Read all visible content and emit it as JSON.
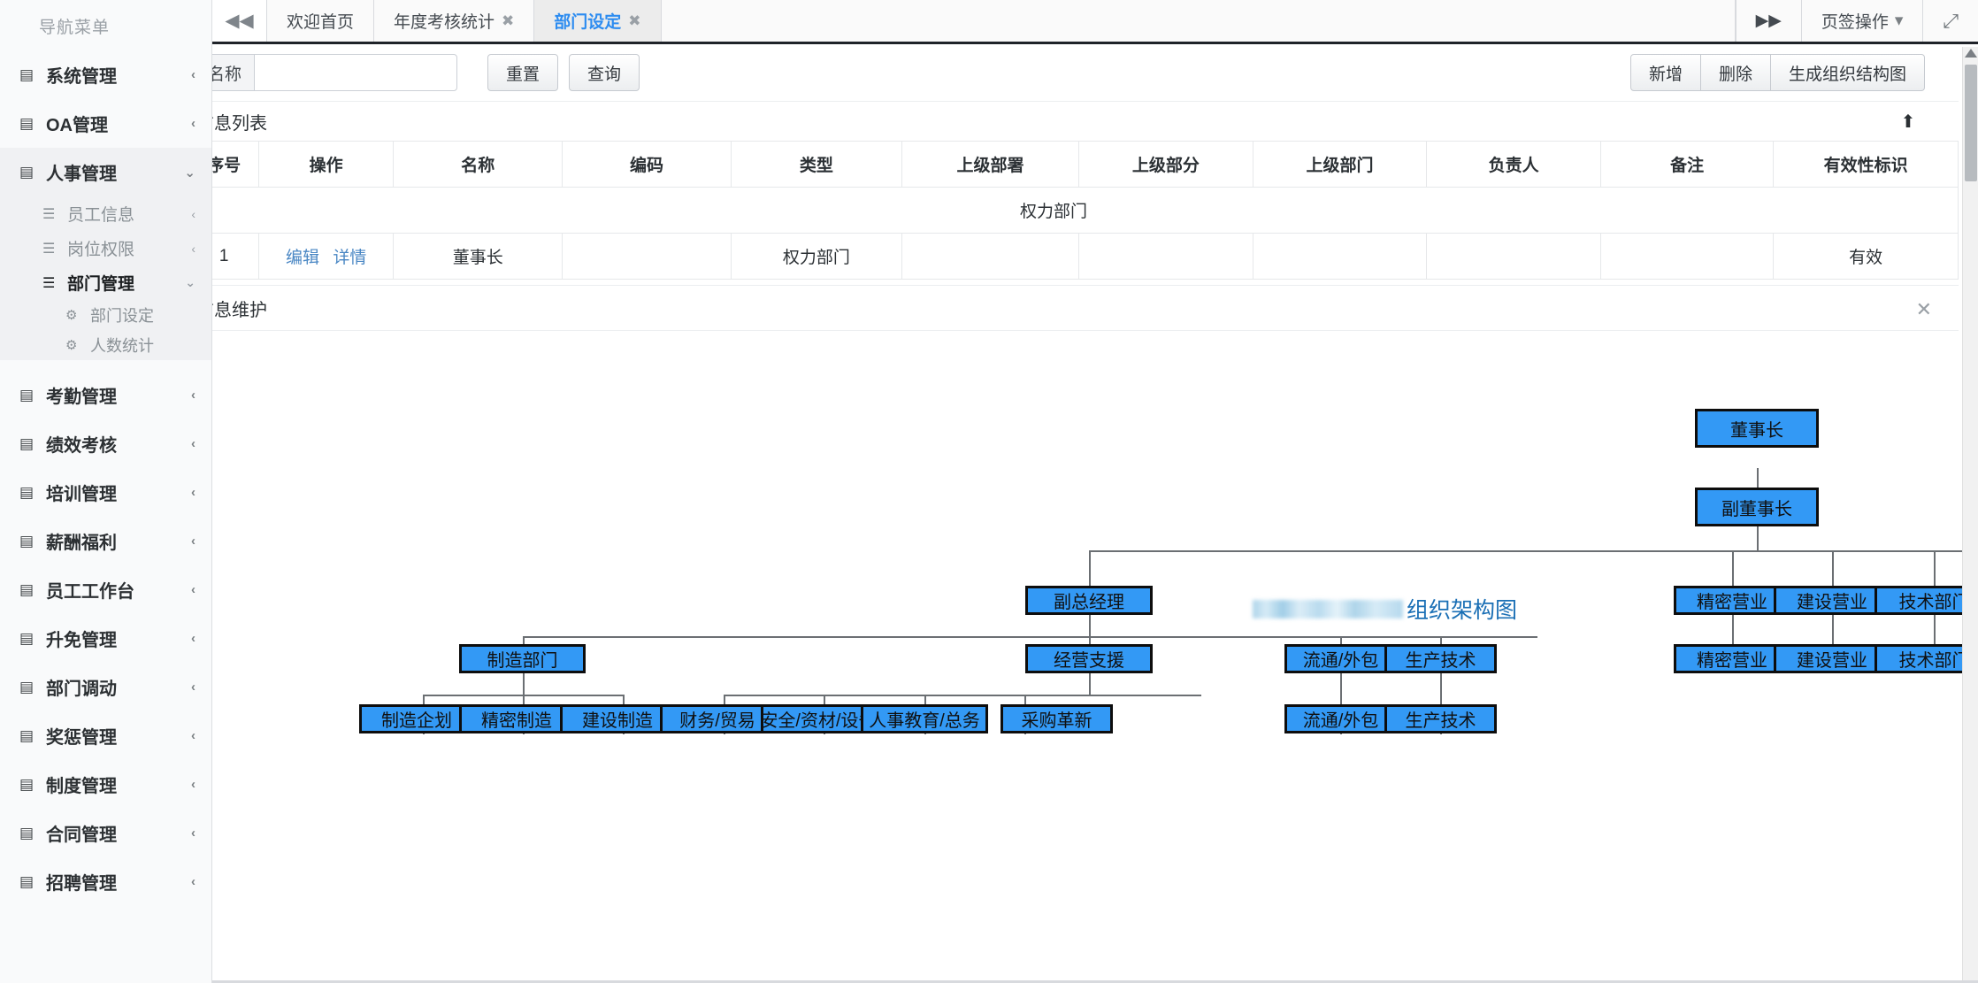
{
  "sidebar": {
    "nav_title": "导航菜单",
    "items": [
      {
        "label": "系统管理",
        "icon": "book-icon",
        "chevron": "‹",
        "state": "collapsed"
      },
      {
        "label": "OA管理",
        "icon": "book-icon",
        "chevron": "‹",
        "state": "collapsed"
      },
      {
        "label": "人事管理",
        "icon": "book-icon",
        "chevron": "⌄",
        "state": "expanded"
      }
    ],
    "hr_subitems": [
      {
        "label": "员工信息",
        "icon": "list-icon",
        "chevron": "‹",
        "active": false
      },
      {
        "label": "岗位权限",
        "icon": "list-icon",
        "chevron": "‹",
        "active": false
      },
      {
        "label": "部门管理",
        "icon": "list-icon",
        "chevron": "⌄",
        "active": true
      }
    ],
    "dept_leaves": [
      {
        "label": "部门设定",
        "icon": "gears-icon"
      },
      {
        "label": "人数统计",
        "icon": "gears-icon"
      }
    ],
    "items_after": [
      {
        "label": "考勤管理",
        "icon": "book-icon",
        "chevron": "‹"
      },
      {
        "label": "绩效考核",
        "icon": "book-icon",
        "chevron": "‹"
      },
      {
        "label": "培训管理",
        "icon": "book-icon",
        "chevron": "‹"
      },
      {
        "label": "薪酬福利",
        "icon": "book-icon",
        "chevron": "‹"
      },
      {
        "label": "员工工作台",
        "icon": "book-icon",
        "chevron": "‹"
      },
      {
        "label": "升免管理",
        "icon": "book-icon",
        "chevron": "‹"
      },
      {
        "label": "部门调动",
        "icon": "book-icon",
        "chevron": "‹"
      },
      {
        "label": "奖惩管理",
        "icon": "book-icon",
        "chevron": "‹"
      },
      {
        "label": "制度管理",
        "icon": "book-icon",
        "chevron": "‹"
      },
      {
        "label": "合同管理",
        "icon": "book-icon",
        "chevron": "‹"
      },
      {
        "label": "招聘管理",
        "icon": "book-icon",
        "chevron": "‹"
      }
    ]
  },
  "tabbar": {
    "collapse_icon": "◀◀",
    "expand_icon": "▶▶",
    "tabs": [
      {
        "label": "欢迎首页",
        "closable": false,
        "active": false
      },
      {
        "label": "年度考核统计",
        "closable": true,
        "active": false
      },
      {
        "label": "部门设定",
        "closable": true,
        "active": true
      }
    ],
    "close_glyph": "✖",
    "page_ops_label": "页签操作",
    "page_ops_caret": "▾",
    "fullscreen_icon": "⤢"
  },
  "search": {
    "addon_label": "部门名称",
    "value": "",
    "placeholder": "",
    "reset_label": "重置",
    "query_label": "查询"
  },
  "toolbar": {
    "add_label": "新增",
    "delete_label": "删除",
    "gen_chart_label": "生成组织结构图"
  },
  "list_panel": {
    "title": "部门信息列表",
    "refresh_icon": "up-arrow-circle-icon"
  },
  "table": {
    "columns": [
      "",
      "序号",
      "操作",
      "名称",
      "编码",
      "类型",
      "上级部署",
      "上级部分",
      "上级部门",
      "负责人",
      "备注",
      "有效性标识"
    ],
    "group_row": "权力部门",
    "rows": [
      {
        "select": "checked",
        "seq": "1",
        "actions": [
          "编辑",
          "详情"
        ],
        "name": "董事长",
        "code": "",
        "type": "权力部门",
        "parent_bu": "",
        "parent_div": "",
        "parent_dept": "",
        "owner": "",
        "remark": "",
        "valid": "有效"
      }
    ]
  },
  "chart_panel": {
    "title": "部门信息维护",
    "close_glyph": "✕",
    "org_title_suffix": "组织架构图",
    "org_title_redacted": true
  },
  "chart_data": {
    "type": "diagram",
    "title": "组织架构图",
    "node_fill": "#3399f5",
    "node_border": "#0d0d0d",
    "connector_color": "#6b6f73",
    "levels": [
      {
        "level": 1,
        "nodes": [
          "董事长"
        ]
      },
      {
        "level": 2,
        "nodes": [
          "副董事长"
        ]
      },
      {
        "level": 3,
        "nodes": [
          "副总经理",
          "精密营业",
          "建设营业",
          "技术部门"
        ]
      },
      {
        "level": 4,
        "nodes": [
          "制造部门",
          "经营支援",
          "流通/外包",
          "生产技术",
          "精密营业",
          "建设营业",
          "技术部门"
        ]
      },
      {
        "level": 5,
        "nodes": [
          "制造企划",
          "精密制造",
          "建设制造",
          "财务/贸易",
          "安全/资材/设备",
          "人事教育/总务",
          "采购革新",
          "流通/外包",
          "生产技术"
        ]
      }
    ],
    "edges": [
      {
        "from": "董事长",
        "to": "副董事长"
      },
      {
        "from": "副董事长",
        "to": "副总经理"
      },
      {
        "from": "副董事长",
        "to": "精密营业"
      },
      {
        "from": "副董事长",
        "to": "建设营业"
      },
      {
        "from": "副董事长",
        "to": "技术部门"
      },
      {
        "from": "副总经理",
        "to": "制造部门"
      },
      {
        "from": "副总经理",
        "to": "经营支援"
      },
      {
        "from": "副总经理",
        "to": "流通/外包"
      },
      {
        "from": "副总经理",
        "to": "生产技术"
      },
      {
        "from": "制造部门",
        "to": "制造企划"
      },
      {
        "from": "制造部门",
        "to": "精密制造"
      },
      {
        "from": "制造部门",
        "to": "建设制造"
      },
      {
        "from": "经营支援",
        "to": "财务/贸易"
      },
      {
        "from": "经营支援",
        "to": "安全/资材/设备"
      },
      {
        "from": "经营支援",
        "to": "人事教育/总务"
      },
      {
        "from": "经营支援",
        "to": "采购革新"
      },
      {
        "from": "流通/外包",
        "to": "流通/外包"
      },
      {
        "from": "生产技术",
        "to": "生产技术"
      }
    ]
  },
  "org_nodes": {
    "n_chairman": "董事长",
    "n_vice_chairman": "副董事长",
    "n_vgm": "副总经理",
    "n_precision_sales_a": "精密营业",
    "n_construction_sales_a": "建设营业",
    "n_tech_dept_a": "技术部门",
    "n_manufacture_dept": "制造部门",
    "n_mgmt_support": "经营支援",
    "n_dist_out_a": "流通/外包",
    "n_prod_tech_a": "生产技术",
    "n_precision_sales_b": "精密营业",
    "n_construction_sales_b": "建设营业",
    "n_tech_dept_b": "技术部门",
    "n_mfg_plan": "制造企划",
    "n_precision_mfg": "精密制造",
    "n_construction_mfg": "建设制造",
    "n_finance_trade": "财务/贸易",
    "n_safety_material_equip": "安全/资材/设备",
    "n_hr_edu_general": "人事教育/总务",
    "n_purchase_innovation": "采购革新",
    "n_dist_out_b": "流通/外包",
    "n_prod_tech_b": "生产技术"
  }
}
